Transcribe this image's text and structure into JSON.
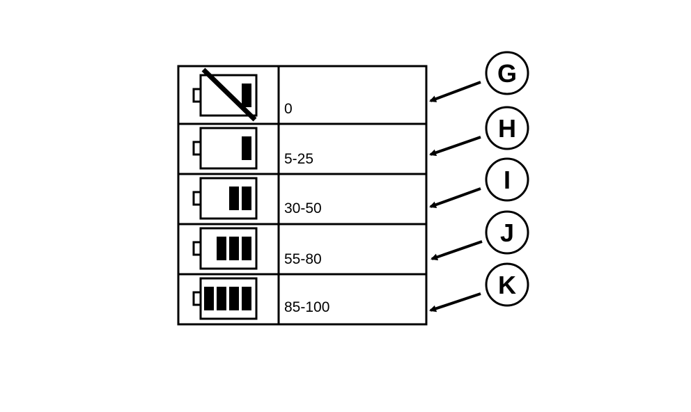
{
  "rows": [
    {
      "range": "0",
      "bars": 1,
      "crossed": true,
      "callout": "G"
    },
    {
      "range": "5-25",
      "bars": 1,
      "crossed": false,
      "callout": "H"
    },
    {
      "range": "30-50",
      "bars": 2,
      "crossed": false,
      "callout": "I"
    },
    {
      "range": "55-80",
      "bars": 3,
      "crossed": false,
      "callout": "J"
    },
    {
      "range": "85-100",
      "bars": 4,
      "crossed": false,
      "callout": "K"
    }
  ],
  "colors": {
    "ink": "#000000",
    "paper": "#ffffff"
  }
}
